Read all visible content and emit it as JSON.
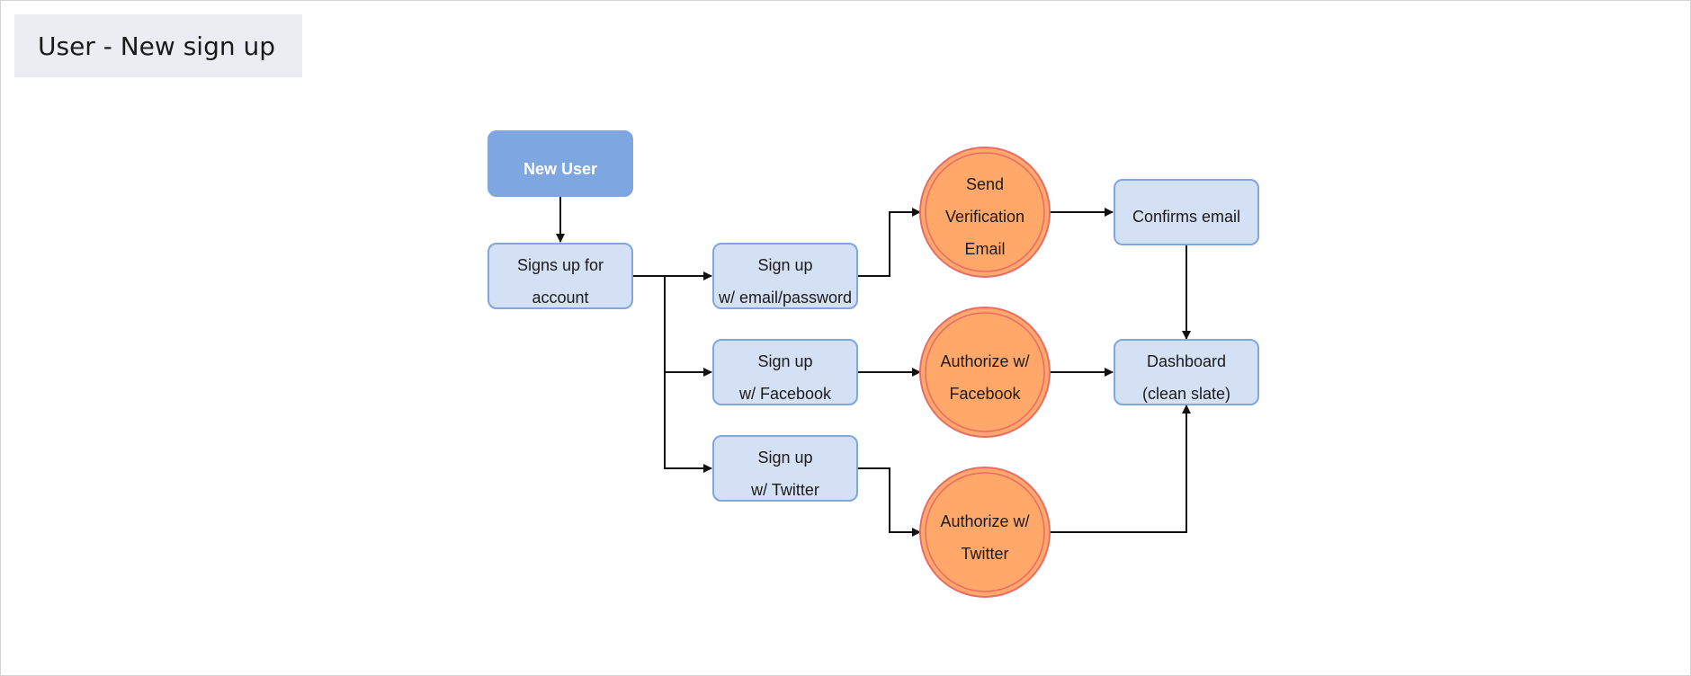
{
  "title": "User - New sign up",
  "nodes": {
    "new_user": {
      "lines": [
        "New User"
      ]
    },
    "signs_up": {
      "lines": [
        "Signs up for",
        "account"
      ]
    },
    "email": {
      "lines": [
        "Sign up",
        "w/ email/password"
      ]
    },
    "facebook": {
      "lines": [
        "Sign up",
        "w/ Facebook"
      ]
    },
    "twitter": {
      "lines": [
        "Sign up",
        "w/ Twitter"
      ]
    },
    "send_verification": {
      "lines": [
        "Send",
        "Verification",
        "Email"
      ]
    },
    "authorize_facebook": {
      "lines": [
        "Authorize w/",
        "Facebook"
      ]
    },
    "authorize_twitter": {
      "lines": [
        "Authorize w/",
        "Twitter"
      ]
    },
    "confirms_email": {
      "lines": [
        "Confirms email"
      ]
    },
    "dashboard": {
      "lines": [
        "Dashboard",
        "(clean slate)"
      ]
    }
  },
  "colors": {
    "start_fill": "#7ea6e0",
    "process_fill": "#d4e1f5",
    "process_stroke": "#7ea6e0",
    "action_fill": "#ffa86a",
    "action_stroke": "#ea6b66",
    "title_background": "#ececf3"
  }
}
